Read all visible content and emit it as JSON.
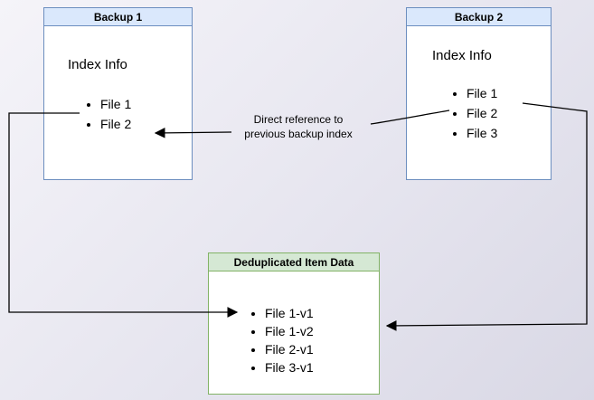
{
  "backup1": {
    "title": "Backup 1",
    "subtitle": "Index Info",
    "files": [
      "File 1",
      "File 2"
    ]
  },
  "backup2": {
    "title": "Backup 2",
    "subtitle": "Index Info",
    "files": [
      "File 1",
      "File 2",
      "File 3"
    ]
  },
  "dedup": {
    "title": "Deduplicated Item Data",
    "files": [
      "File 1-v1",
      "File 1-v2",
      "File 2-v1",
      "File 3-v1"
    ]
  },
  "annotation": {
    "line1": "Direct reference to",
    "line2": "previous backup index"
  },
  "colors": {
    "backup_header_fill": "#dae8fc",
    "backup_border": "#6c8ebf",
    "dedup_header_fill": "#d5e8d4",
    "dedup_border": "#82b366",
    "connector": "#000000"
  }
}
